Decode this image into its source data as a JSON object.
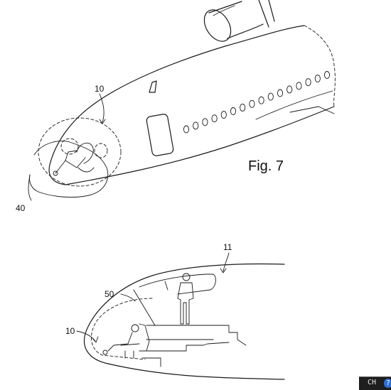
{
  "figure_label": "Fig. 7",
  "refs": {
    "r10_top": "10",
    "r40": "40",
    "r11": "11",
    "r50": "50",
    "r10_bottom": "10"
  },
  "taskbar": {
    "language": "CH",
    "help_glyph": "?"
  },
  "colors": {
    "ink": "#1a1a1a",
    "taskbar_bg": "#1e1e1e",
    "help_badge": "#2f6fd0"
  }
}
